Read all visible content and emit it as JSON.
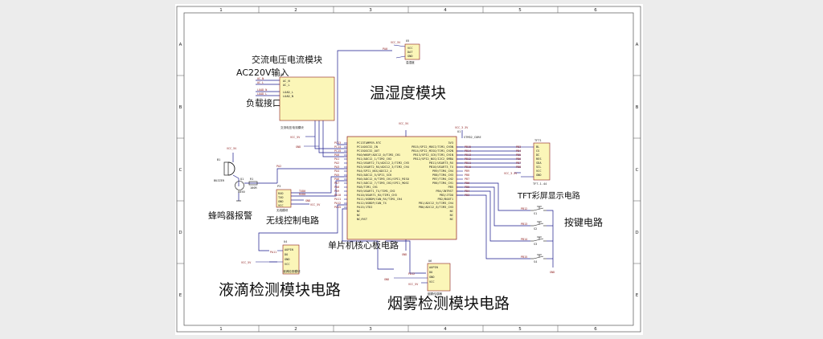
{
  "frame": {
    "columns": [
      "1",
      "2",
      "3",
      "4",
      "5",
      "6"
    ],
    "rows": [
      "A",
      "B",
      "C",
      "D",
      "E"
    ]
  },
  "labels": {
    "ac_module": "交流电压电流模块",
    "ac220v_input": "AC220V输入",
    "load_port": "负载接口",
    "temp_humidity": "温湿度模块",
    "tft": "TFT彩屏显示电路",
    "keys": "按键电路",
    "buzzer": "蜂鸣器报警",
    "wireless": "无线控制电路",
    "mcu_core": "单片机核心板电路",
    "liquid": "液滴检测模块电路",
    "smoke": "烟雾检测模块电路"
  },
  "parts": {
    "u5": {
      "ref": "U5",
      "pins": [
        "VCC",
        "DAT",
        "GND"
      ],
      "net_vcc": "VCC_5V",
      "net_pa": "PA0",
      "caption": "温湿度"
    },
    "u3": {
      "ref": "U3",
      "pins_left": [
        "AC_N",
        "AC_L",
        "LOAD_L",
        "LOAD_N"
      ],
      "left_nets": [
        "AC_N",
        "AC_L",
        "LOAD_N",
        "LOAD_L"
      ],
      "caption": "交流电压电流模块",
      "net_vcc": "VCC_5V",
      "gnd": "GND"
    },
    "u1": {
      "ref": "U1",
      "name": "STM32_CORE",
      "vcc_top": "VCC_5V",
      "vcc_right": "VCC_3.3V",
      "left_pins": [
        "PC13TAMPER-RTC",
        "PC14OSC32_IN",
        "PC15OSC32_OUT",
        "PA0/WKUP/ADC12_0/TIM2_CH1",
        "PA1/ADC12_1/TIM2_CH2",
        "PA2/USART2_TX/ADC12_2/TIM2_CH3",
        "PA3/USART2_RX/ADC12_3/TIM2_CH4",
        "PA4/SPI1_NSS/ADC12_4",
        "PA5/ADC12_5/SPI1_SCK",
        "PA6/ADC12_6/TIM3_CH1/SPI1_MISO",
        "PA7/ADC12_7/TIM3_CH2/SPI1_MOSI",
        "PA8/TIM1_CH1",
        "PA9/USART1_TX/TIM1_CH2",
        "PA10/USART1_RX/TIM1_CH3",
        "PA11/USBDM/CAN_RX/TIM1_CH4",
        "PA12/USBDP/CAN_TX",
        "PA15/JTDI",
        "NC",
        "NC",
        "NC/RST"
      ],
      "right_pins": [
        "3V3",
        "PB15/SPI2_MOSI/TIM1_CH3N",
        "PB14/SPI2_MISO/TIM1_CH2N",
        "PB13/SPI2_SCK/TIM1_CH1N",
        "PB12/SPI2_NSS/I2C2_SMBA",
        "PB11/USART3_RX",
        "PB10/USART3_TX",
        "PB9/TIM4_CH4",
        "PB8/TIM4_CH3",
        "PB7/TIM4_CH2",
        "PB6/TIM4_CH1",
        "PB5",
        "PB4/JNTRST",
        "PB3/JTDO",
        "PB2/BOOT1",
        "PB1/ADC12_9/TIM3_CH4",
        "PB0/ADC12_8/TIM3_CH3",
        "NC",
        "NC",
        "NC"
      ],
      "left_nets": [
        "PC13",
        "PC14",
        "PC15",
        "PA0",
        "PA1",
        "PA2",
        "PA3",
        "PA4",
        "PA5",
        "PA6",
        "PA7",
        "PA8",
        "PA9",
        "PA10",
        "PA11",
        "PA12",
        "PA15"
      ],
      "right_nets": [
        "PB15",
        "PB14",
        "PB13",
        "PB12",
        "PB11",
        "PB10",
        "PB9",
        "PB8",
        "PB7",
        "PB6",
        "PB5",
        "PB4",
        "PB3"
      ],
      "gnd": "GND"
    },
    "tft": {
      "ref": "TFT1",
      "pins": [
        "BL",
        "CS",
        "DC",
        "RES",
        "SDA",
        "SCL",
        "VCC",
        "GND"
      ],
      "nets": [
        "PB3",
        "PB4",
        "PB5",
        "PB6",
        "PB7",
        "PB8"
      ],
      "net_vcc": "VCC_3.3V",
      "caption": "TFT-1.44"
    },
    "keys": [
      {
        "ref": "S1",
        "net": "PB12"
      },
      {
        "ref": "S2",
        "net": "PB13"
      },
      {
        "ref": "S3",
        "net": "PB14"
      },
      {
        "ref": "S4",
        "net": "PB15"
      }
    ],
    "buzzer": {
      "ref": "B1",
      "name": "BUZZER",
      "q": "Q1",
      "q_type": "8050",
      "r": "R1",
      "r_val": "100R",
      "net_vcc": "VCC_5V",
      "net_in": "PA2"
    },
    "wireless": {
      "ref": "P3",
      "pins": [
        "RXD",
        "TXD",
        "GND",
        "VCC"
      ],
      "nets": [
        "TXD0",
        "RXD0",
        "GND",
        "VCC_5V"
      ],
      "caption": "无线模块"
    },
    "u4": {
      "ref": "U4",
      "pins": [
        "AOPIN",
        "DO",
        "GND",
        "VCC"
      ],
      "net": "PA11",
      "net_vcc": "VCC_5V",
      "caption": "液滴检测模块"
    },
    "u6": {
      "ref": "U6",
      "pins": [
        "AOPIN",
        "DO",
        "GND",
        "VCC"
      ],
      "net": "PA12",
      "net_vcc": "VCC_5V",
      "gnd": "GND",
      "caption": "烟雾传感器"
    }
  }
}
